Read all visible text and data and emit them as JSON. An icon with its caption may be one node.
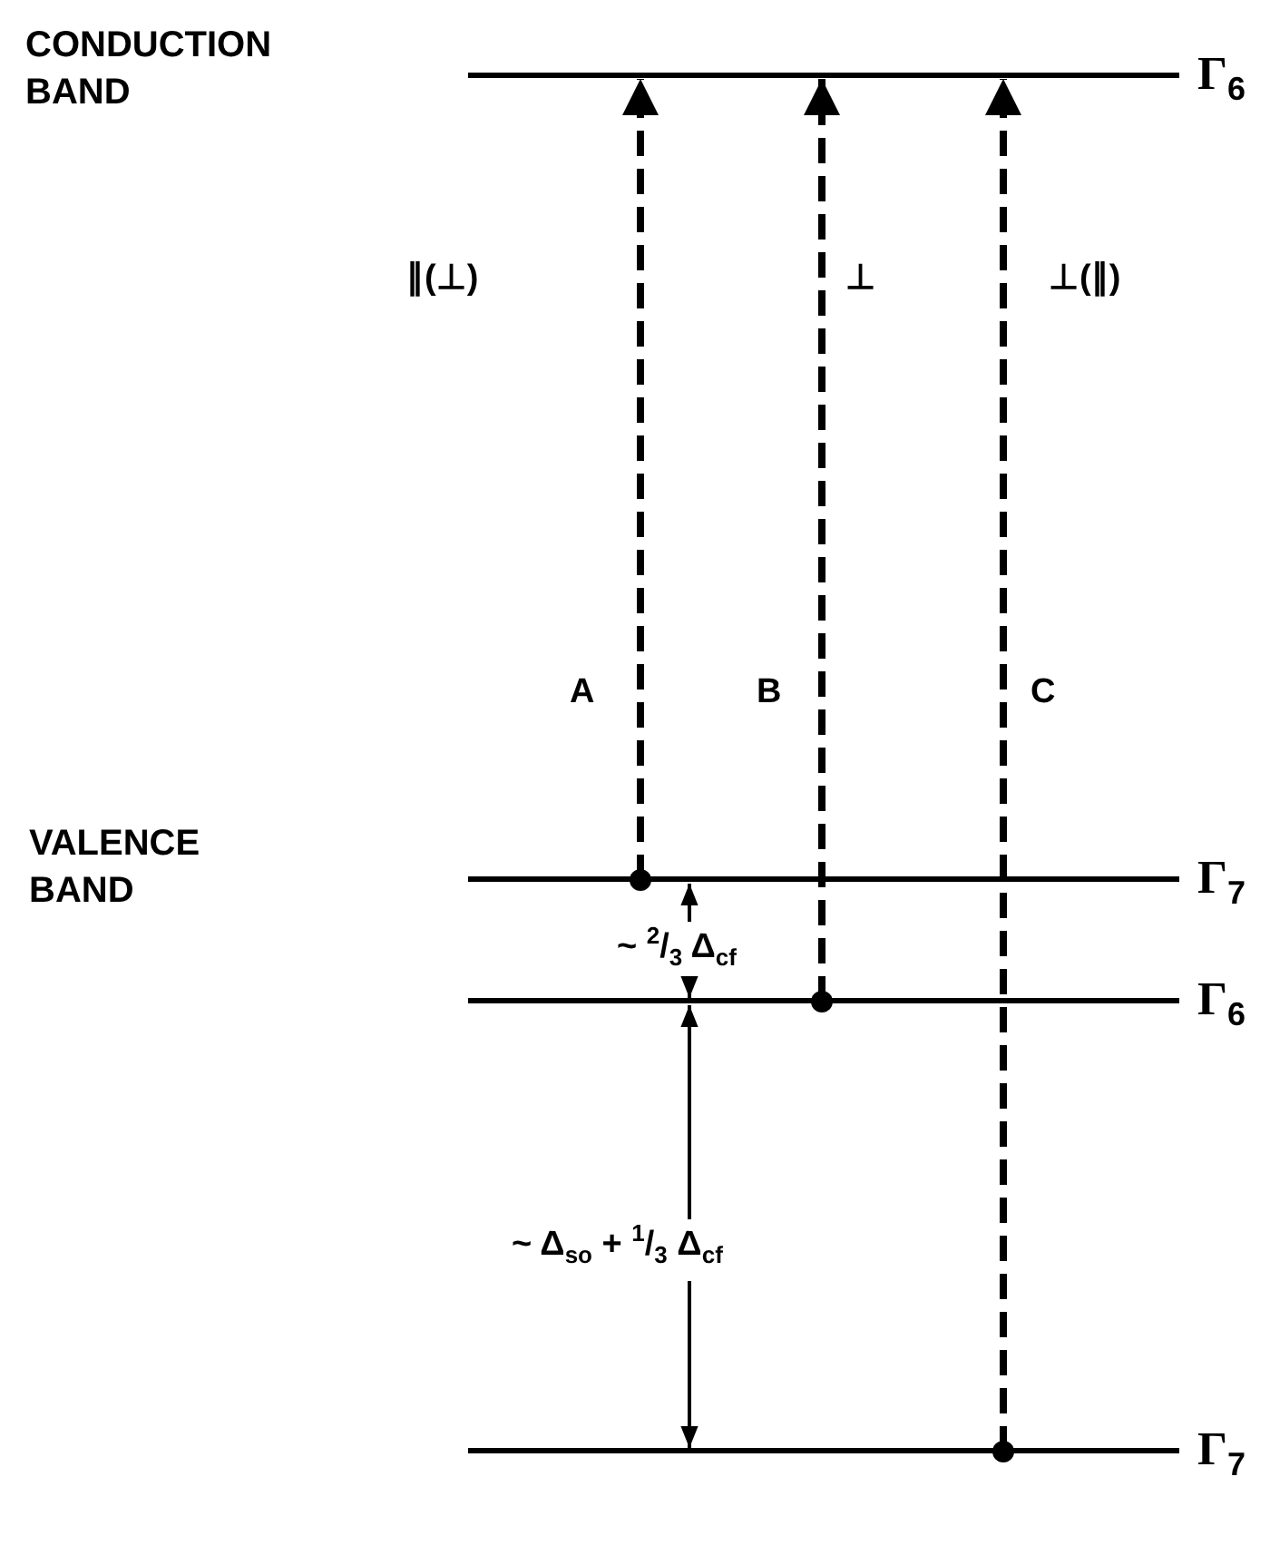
{
  "diagram": {
    "nodes": [
      {
        "text": [
          "Γ$_{6}$"
        ]
      },
      {
        "text": [
          "Γ$_{7}$"
        ]
      },
      {
        "text": [
          "Γ$_{6}$"
        ]
      },
      {
        "text": [
          "Γ$_{7}$"
        ]
      }
    ],
    "edges": [
      {
        "from": 1,
        "to": 0,
        "arrow": "to",
        "label": "A",
        "style": "dashed"
      },
      {
        "from": 2,
        "to": 0,
        "arrow": "to",
        "label": "B",
        "style": "dashed"
      },
      {
        "from": 3,
        "to": 0,
        "arrow": "to",
        "label": "C",
        "style": "dashed"
      }
    ],
    "labels": [
      "CONDUCTION BAND",
      "∥(⊥)",
      "⊥",
      "⊥(∥)",
      "VALENCE BAND",
      "~ $^{2}$/$_{3}$ Δ$_{cf}$",
      "~ Δ$_{so}$ + $^{1}$/$_{3}$ Δ$_{cf}$"
    ]
  }
}
